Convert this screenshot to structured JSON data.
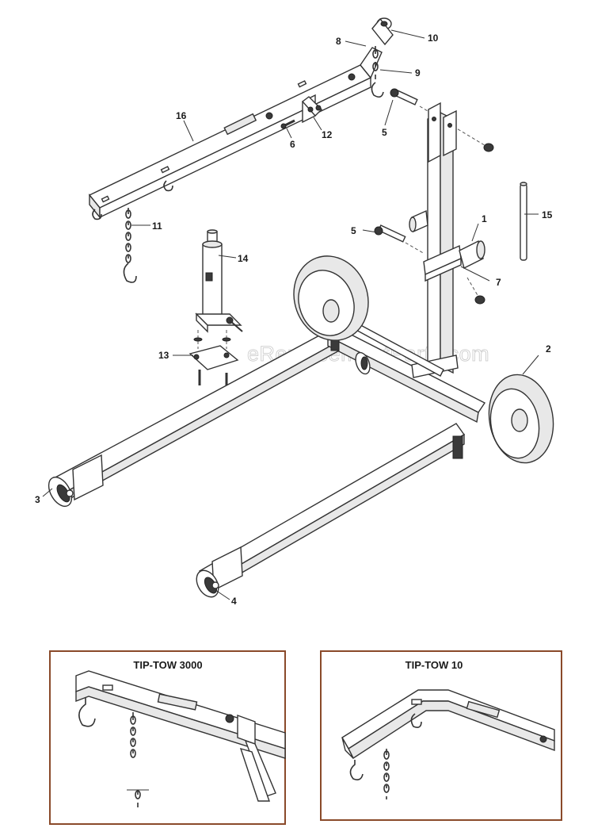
{
  "callouts": [
    {
      "id": "c1",
      "label": "1"
    },
    {
      "id": "c2",
      "label": "2"
    },
    {
      "id": "c3",
      "label": "3"
    },
    {
      "id": "c4",
      "label": "4"
    },
    {
      "id": "c5a",
      "label": "5"
    },
    {
      "id": "c5b",
      "label": "5"
    },
    {
      "id": "c6",
      "label": "6"
    },
    {
      "id": "c7",
      "label": "7"
    },
    {
      "id": "c8",
      "label": "8"
    },
    {
      "id": "c9",
      "label": "9"
    },
    {
      "id": "c10",
      "label": "10"
    },
    {
      "id": "c11",
      "label": "11"
    },
    {
      "id": "c12",
      "label": "12"
    },
    {
      "id": "c13",
      "label": "13"
    },
    {
      "id": "c14",
      "label": "14"
    },
    {
      "id": "c15",
      "label": "15"
    },
    {
      "id": "c16",
      "label": "16"
    }
  ],
  "watermark": "eReplacementParts.com",
  "insets": {
    "left_title": "TIP-TOW 3000",
    "right_title": "TIP-TOW 10"
  },
  "colors": {
    "inset_frame": "#8a4a2a",
    "line": "#333333"
  }
}
